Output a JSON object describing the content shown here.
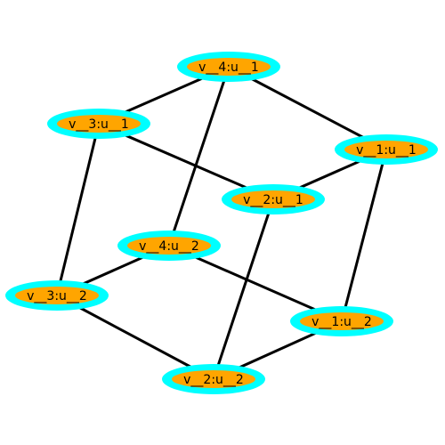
{
  "graph": {
    "colors": {
      "node_fill": "#ffa500",
      "node_border": "#00ffff",
      "edge": "#000000",
      "background": "#ffffff",
      "label": "#000000"
    },
    "nodes": [
      {
        "id": "v__4:u__1",
        "label": "v__4:u__1"
      },
      {
        "id": "v__3:u__1",
        "label": "v__3:u__1"
      },
      {
        "id": "v__1:u__1",
        "label": "v__1:u__1"
      },
      {
        "id": "v__2:u__1",
        "label": "v__2:u__1"
      },
      {
        "id": "v__4:u__2",
        "label": "v__4:u__2"
      },
      {
        "id": "v__3:u__2",
        "label": "v__3:u__2"
      },
      {
        "id": "v__1:u__2",
        "label": "v__1:u__2"
      },
      {
        "id": "v__2:u__2",
        "label": "v__2:u__2"
      }
    ],
    "edges": [
      {
        "source": "v__4:u__1",
        "target": "v__3:u__1"
      },
      {
        "source": "v__4:u__1",
        "target": "v__1:u__1"
      },
      {
        "source": "v__4:u__1",
        "target": "v__4:u__2"
      },
      {
        "source": "v__3:u__1",
        "target": "v__2:u__1"
      },
      {
        "source": "v__3:u__1",
        "target": "v__3:u__2"
      },
      {
        "source": "v__1:u__1",
        "target": "v__2:u__1"
      },
      {
        "source": "v__1:u__1",
        "target": "v__1:u__2"
      },
      {
        "source": "v__2:u__1",
        "target": "v__2:u__2"
      },
      {
        "source": "v__4:u__2",
        "target": "v__3:u__2"
      },
      {
        "source": "v__4:u__2",
        "target": "v__1:u__2"
      },
      {
        "source": "v__3:u__2",
        "target": "v__2:u__2"
      },
      {
        "source": "v__1:u__2",
        "target": "v__2:u__2"
      }
    ]
  }
}
